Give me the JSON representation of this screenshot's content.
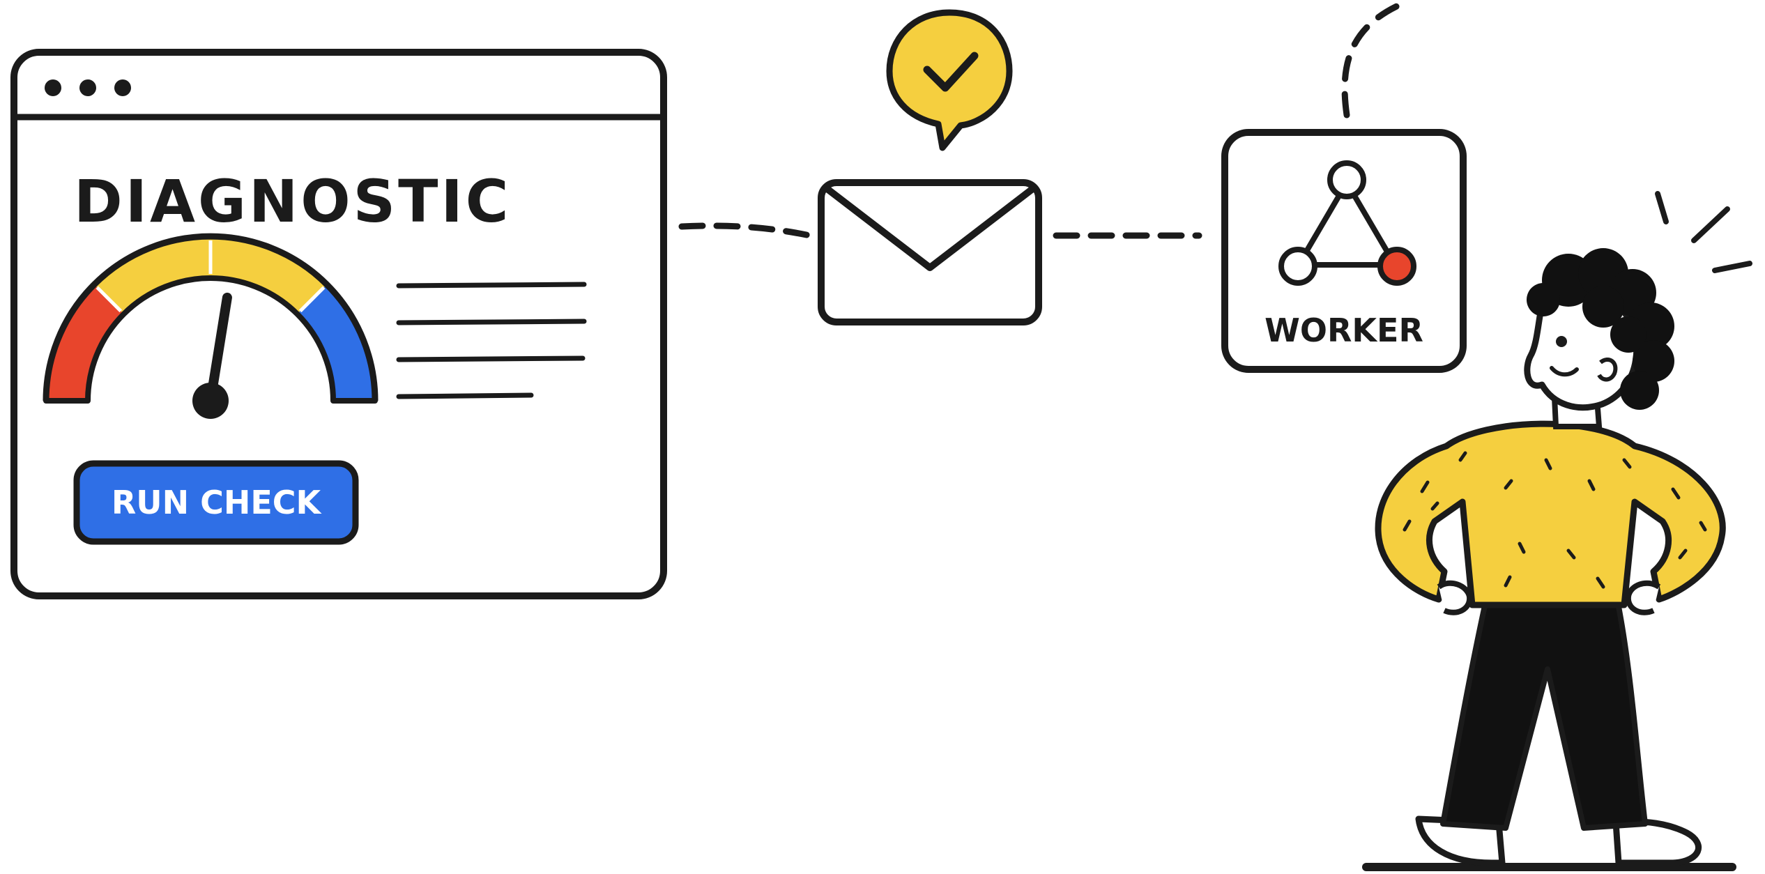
{
  "browser_window": {
    "title": "DIAGNOSTIC",
    "gauge": {
      "level": 0.58,
      "segments": [
        "#e8452c",
        "#f5cf3f",
        "#f5cf3f",
        "#2f6fe6"
      ]
    },
    "run_button_label": "RUN CHECK",
    "button_color": "#2f6fe6"
  },
  "worker_node": {
    "label": "WORKER",
    "alert_color": "#e8452c"
  },
  "colors": {
    "ink": "#1b1b1b",
    "yellow": "#f5cf3f",
    "blue": "#2f6fe6",
    "red": "#e8452c"
  }
}
